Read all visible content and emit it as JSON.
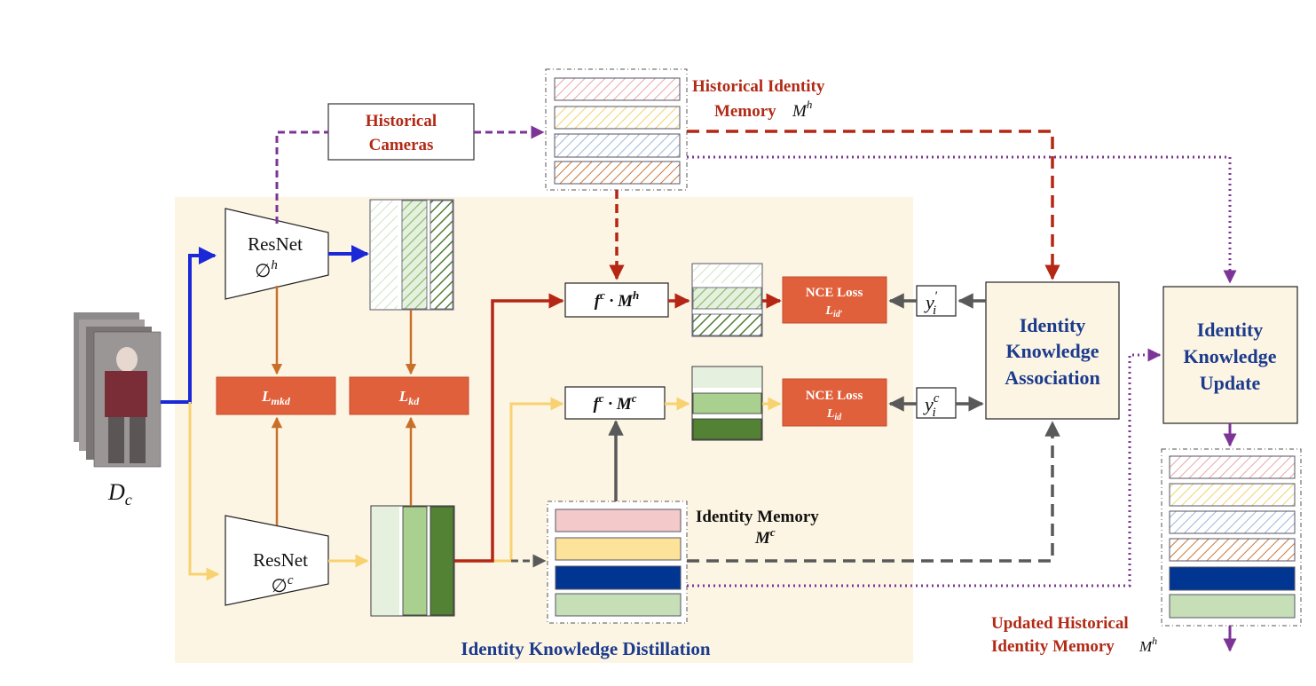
{
  "diagram": {
    "historical_cameras": {
      "line1": "Historical",
      "line2": "Cameras"
    },
    "historical_memory": {
      "line1": "Historical Identity",
      "line2": "Memory",
      "symbol": "M",
      "symbol_sup": "h"
    },
    "resnet_h": {
      "name": "ResNet",
      "param": "∅",
      "param_sup": "h"
    },
    "resnet_c": {
      "name": "ResNet",
      "param": "∅",
      "param_sup": "c"
    },
    "loss_mkd": {
      "base": "L",
      "sub": "mkd"
    },
    "loss_kd": {
      "base": "L",
      "sub": "kd"
    },
    "fc_mh": {
      "f": "f",
      "f_sup": "c",
      "dot": " · ",
      "m": "M",
      "m_sup": "h"
    },
    "fc_mc": {
      "f": "f",
      "f_sup": "c",
      "dot": " · ",
      "m": "M",
      "m_sup": "c"
    },
    "nce_top": {
      "title": "NCE Loss",
      "base": "L",
      "sub": "id′"
    },
    "nce_bottom": {
      "title": "NCE Loss",
      "base": "L",
      "sub": "id"
    },
    "y_top": {
      "base": "y",
      "sub": "i",
      "sup": "′"
    },
    "y_bottom": {
      "base": "y",
      "sub": "i",
      "sup": "c"
    },
    "association": {
      "line1": "Identity",
      "line2": "Knowledge",
      "line3": "Association"
    },
    "update": {
      "line1": "Identity",
      "line2": "Knowledge",
      "line3": "Update"
    },
    "identity_memory": {
      "line1": "Identity Memory",
      "symbol": "M",
      "symbol_sup": "c"
    },
    "dataset": {
      "base": "D",
      "sub": "c"
    },
    "distillation_label": "Identity Knowledge Distillation",
    "updated_memory": {
      "line1": "Updated Historical",
      "line2": "Identity Memory",
      "symbol": "M",
      "symbol_sup": "h"
    }
  },
  "colors": {
    "panel_bg": "#fdf5e4",
    "blue_arrow": "#1a28d8",
    "yellow_arrow": "#f8d270",
    "red_arrow": "#b52614",
    "purple_dotted": "#7d3497",
    "gray_arrow": "#595959",
    "orange_arrow": "#c8702a",
    "loss_box": "#e0603c",
    "title_red": "#b22a16",
    "title_navy": "#1c3b8c",
    "memory_pink": "#f3c9c9",
    "memory_yellow": "#fde39a",
    "memory_navy": "#003592",
    "memory_green": "#c6dfb7",
    "feature_light": "#e6f0df",
    "feature_mid": "#a9d08e",
    "feature_dark": "#548235"
  }
}
